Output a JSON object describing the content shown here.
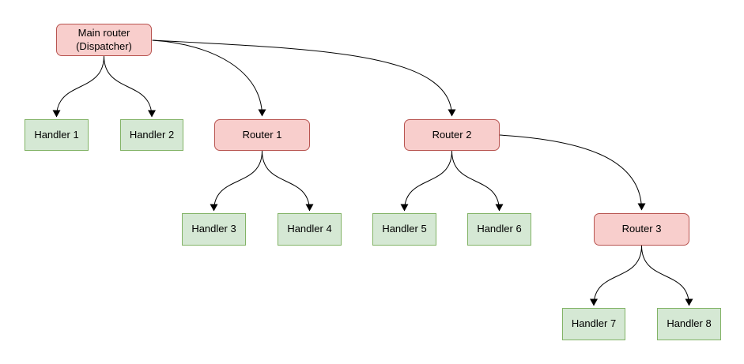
{
  "diagram": {
    "type": "tree-flowchart",
    "background": "#ffffff",
    "colors": {
      "router_fill": "#f8cecc",
      "router_border": "#b85450",
      "handler_fill": "#d5e8d4",
      "handler_border": "#82b366",
      "edge": "#000000",
      "text": "#000000"
    },
    "nodes": {
      "main_router": {
        "label": "Main router\n(Dispatcher)",
        "type": "router"
      },
      "handler_1": {
        "label": "Handler 1",
        "type": "handler"
      },
      "handler_2": {
        "label": "Handler 2",
        "type": "handler"
      },
      "router_1": {
        "label": "Router 1",
        "type": "router"
      },
      "router_2": {
        "label": "Router 2",
        "type": "router"
      },
      "handler_3": {
        "label": "Handler 3",
        "type": "handler"
      },
      "handler_4": {
        "label": "Handler 4",
        "type": "handler"
      },
      "handler_5": {
        "label": "Handler 5",
        "type": "handler"
      },
      "handler_6": {
        "label": "Handler 6",
        "type": "handler"
      },
      "router_3": {
        "label": "Router 3",
        "type": "router"
      },
      "handler_7": {
        "label": "Handler 7",
        "type": "handler"
      },
      "handler_8": {
        "label": "Handler 8",
        "type": "handler"
      }
    },
    "edges": [
      {
        "from": "main_router",
        "to": "handler_1"
      },
      {
        "from": "main_router",
        "to": "handler_2"
      },
      {
        "from": "main_router",
        "to": "router_1"
      },
      {
        "from": "main_router",
        "to": "router_2"
      },
      {
        "from": "router_1",
        "to": "handler_3"
      },
      {
        "from": "router_1",
        "to": "handler_4"
      },
      {
        "from": "router_2",
        "to": "handler_5"
      },
      {
        "from": "router_2",
        "to": "handler_6"
      },
      {
        "from": "router_2",
        "to": "router_3"
      },
      {
        "from": "router_3",
        "to": "handler_7"
      },
      {
        "from": "router_3",
        "to": "handler_8"
      }
    ]
  }
}
